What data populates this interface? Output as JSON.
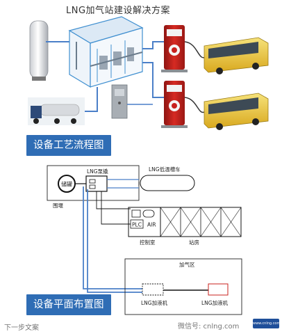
{
  "header": {
    "title": "LNG加气站建设解决方案"
  },
  "banners": {
    "process": "设备工艺流程图",
    "layout": "设备平面布置图"
  },
  "layout_plan": {
    "tank_label": "储罐",
    "pump_skid_label": "LNG泵撬",
    "trailer_label": "LNG低温槽车",
    "dike_label": "围堰",
    "plc_label": "PLC",
    "air_label": "AIR",
    "control_room_label": "控制室",
    "station_house_label": "站房",
    "fueling_area_label": "加气区",
    "dispenser_1_label": "LNG加液机",
    "dispenser_2_label": "LNG加液机"
  },
  "watermarks": {
    "left": "下一步文案",
    "right": "微信号: cnlng.com",
    "logo": "www.cnlng.com"
  },
  "colors": {
    "banner": "#2f6db5",
    "dispenser": "#c8201e",
    "bus": "#e8c23a",
    "skid_frame": "#3f8fd0",
    "pipe_blue": "#4a7fc8"
  }
}
